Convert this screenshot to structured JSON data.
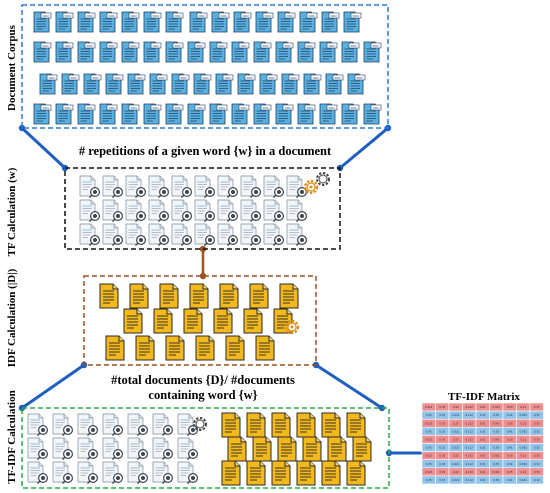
{
  "labels": {
    "document_corpus": "Document Corpus",
    "tf_calculation": "TF Calculation (w)",
    "idf_calculation": "IDF Calculation (|D|)",
    "tfidf_calculation": "TF-IDF Calculation"
  },
  "captions": {
    "tf_caption": "# repetitions of a given word {w} in a document",
    "idf_caption_line1": "#total documents {D}/ #documents",
    "idf_caption_line2": "containing word {w}"
  },
  "matrix": {
    "title": "TF-IDF Matrix",
    "rows": [
      [
        "0.521",
        "0.35",
        "0.22",
        "0.152",
        "0.01",
        "0.001",
        "0.35",
        "0.21",
        "0.55"
      ],
      [
        "0.35",
        "0.33",
        "0.221",
        "0.112",
        "0.31",
        "0.55",
        "0.41",
        "0.001",
        "0.32"
      ],
      [
        "0.521",
        "0.35",
        "0.22",
        "0.152",
        "0.01",
        "0.001",
        "0.35",
        "0.21",
        "0.55"
      ],
      [
        "0.35",
        "0.33",
        "0.221",
        "0.112",
        "0.31",
        "0.55",
        "0.41",
        "0.001",
        "0.32"
      ],
      [
        "0.521",
        "0.35",
        "0.22",
        "0.152",
        "0.01",
        "0.001",
        "0.35",
        "0.21",
        "0.55"
      ],
      [
        "0.35",
        "0.33",
        "0.221",
        "0.112",
        "0.31",
        "0.55",
        "0.41",
        "0.001",
        "0.32"
      ],
      [
        "0.521",
        "0.35",
        "0.22",
        "0.152",
        "0.01",
        "0.001",
        "0.35",
        "0.21",
        "0.55"
      ],
      [
        "0.35",
        "0.33",
        "0.221",
        "0.112",
        "0.31",
        "0.55",
        "0.41",
        "0.001",
        "0.32"
      ],
      [
        "0.521",
        "0.35",
        "0.22",
        "0.152",
        "0.01",
        "0.001",
        "0.35",
        "0.21",
        "0.55"
      ],
      [
        "0.35",
        "0.33",
        "0.221",
        "0.112",
        "0.31",
        "0.55",
        "0.41",
        "0.001",
        "0.32"
      ]
    ]
  },
  "icons": {
    "corpus_doc_tag": "DOC"
  },
  "colors": {
    "corpus_border": "#2b7bd8",
    "tf_border": "#111111",
    "idf_border": "#a0521c",
    "tfidf_border": "#2aa84a",
    "blue_doc": "#5ab0de",
    "gold_doc": "#f2b81c",
    "connector_blue": "#1e5fbf",
    "connector_brown": "#a0521c",
    "cell_red": "#f08d8d",
    "cell_blue": "#8fc3ea"
  }
}
